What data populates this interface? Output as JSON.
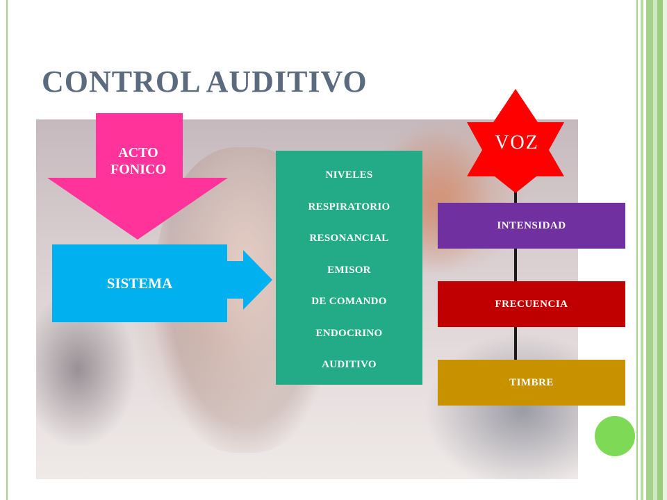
{
  "slide": {
    "title": "CONTROL AUDITIVO"
  },
  "diagram": {
    "acto_fonico": {
      "line1": "ACTO",
      "line2": "FONICO",
      "color": "#ff3399"
    },
    "sistema": {
      "label": "SISTEMA",
      "color": "#00b0ef"
    },
    "niveles": {
      "color": "#22ab86",
      "items": [
        "NIVELES",
        "RESPIRATORIO",
        "RESONANCIAL",
        "EMISOR",
        "DE COMANDO",
        "ENDOCRINO",
        "AUDITIVO"
      ]
    },
    "voz": {
      "label": "VOZ",
      "color": "#ff0000"
    },
    "qualities": [
      {
        "label": "INTENSIDAD",
        "color": "#7030a0"
      },
      {
        "label": "FRECUENCIA",
        "color": "#c00000"
      },
      {
        "label": "TIMBRE",
        "color": "#c89100"
      }
    ]
  },
  "colors": {
    "accent_green": "#7ed957",
    "title": "#5b6b7d"
  }
}
